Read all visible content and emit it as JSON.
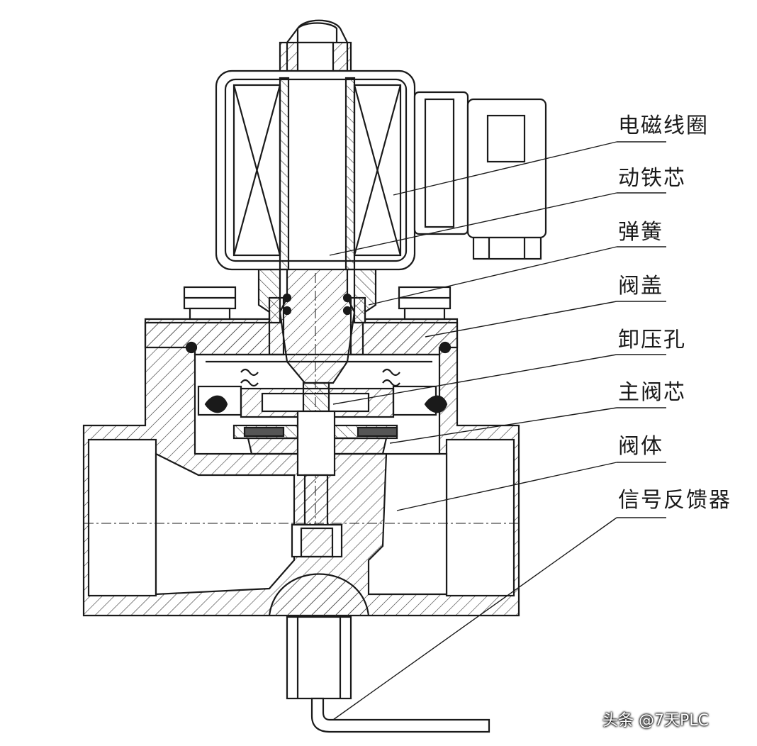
{
  "labels": [
    "电磁线圈",
    "动铁芯",
    "弹簧",
    "阀盖",
    "卸压孔",
    "主阀芯",
    "阀体",
    "信号反馈器"
  ],
  "watermark": "头条 @7天PLC",
  "colors": {
    "line": "#1a1a1a",
    "hatch": "#333333",
    "background": "#ffffff"
  }
}
